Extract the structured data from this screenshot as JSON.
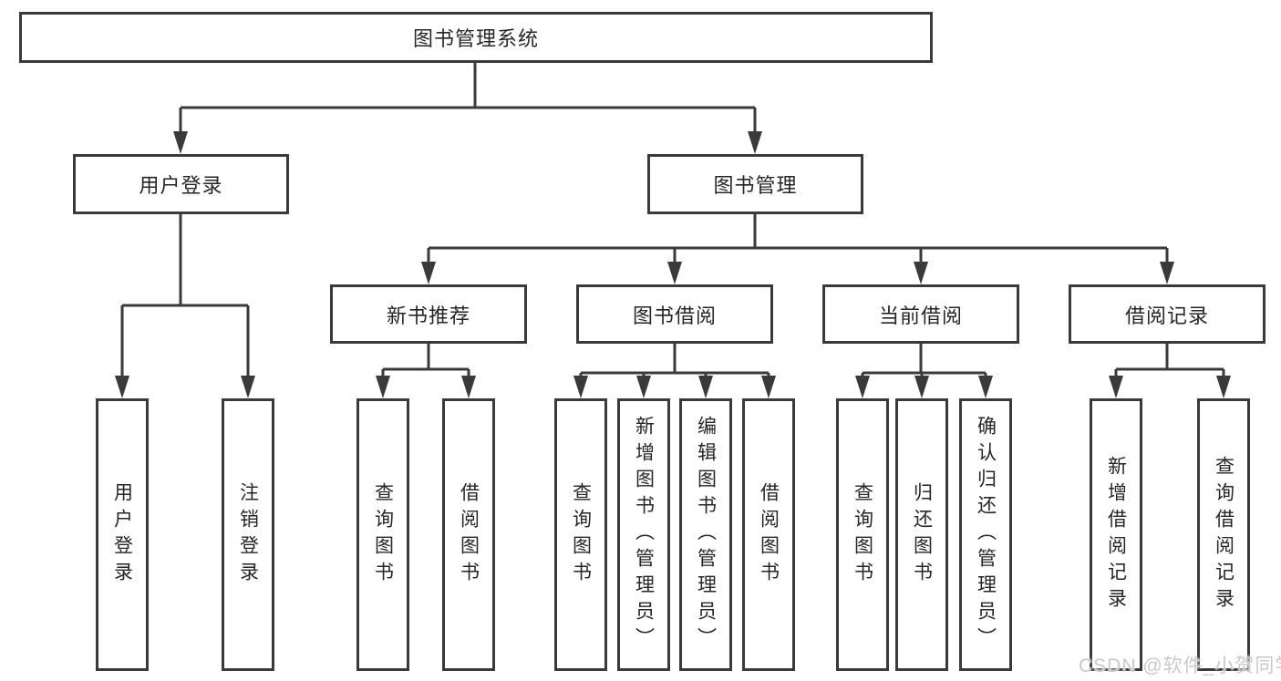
{
  "nodes": {
    "root": "图书管理系统",
    "user_login": "用户登录",
    "book_mgmt": "图书管理",
    "new_book_rec": "新书推荐",
    "book_borrow": "图书借阅",
    "current_borrow": "当前借阅",
    "borrow_record": "借阅记录",
    "login": "用户登录",
    "logout": "注销登录",
    "rec_query_book": "查询图书",
    "rec_borrow_book": "借阅图书",
    "bb_query_book": "查询图书",
    "bb_add_book": "新增图书（管理员）",
    "bb_edit_book": "编辑图书（管理员）",
    "bb_borrow_book": "借阅图书",
    "cb_query_book": "查询图书",
    "cb_return_book": "归还图书",
    "cb_confirm_return": "确认归还（管理员）",
    "br_add_record": "新增借阅记录",
    "br_query_record": "查询借阅记录"
  },
  "colors": {
    "line": "#3a3a3a",
    "text": "#262626",
    "watermark": "#c9c9c9"
  },
  "watermark": "CSDN @软件_小贺同学"
}
